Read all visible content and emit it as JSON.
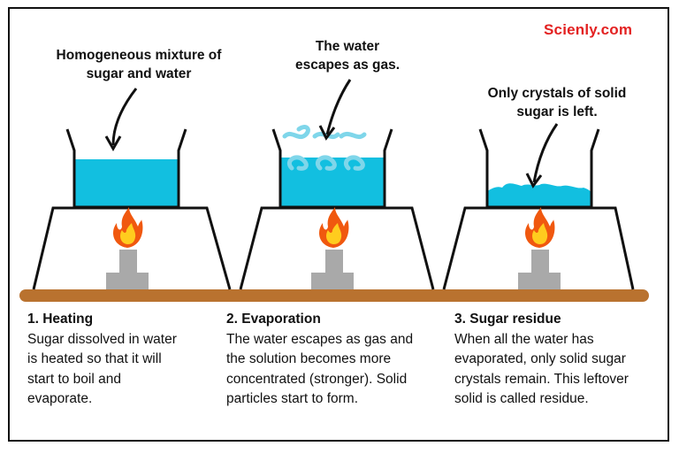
{
  "brand": {
    "text": "Scienly.com",
    "color": "#e32121"
  },
  "callouts": [
    {
      "text": "Homogeneous mixture of\nsugar and water"
    },
    {
      "text": "The water\nescapes as gas."
    },
    {
      "text": "Only crystals of solid\nsugar is left."
    }
  ],
  "steps": [
    {
      "title": "1. Heating",
      "body": "Sugar dissolved in water\nis heated so that it will\nstart to boil and\nevaporate."
    },
    {
      "title": "2. Evaporation",
      "body": "The water escapes as gas and\nthe solution becomes more\nconcentrated (stronger). Solid\nparticles start to form."
    },
    {
      "title": "3. Sugar residue",
      "body": "When all the water has\nevaporated, only solid sugar\ncrystals remain. This leftover\nsolid is called residue."
    }
  ],
  "colors": {
    "water": "#12bfe0",
    "bench": "#b9722f",
    "burner": "#a9a9a9",
    "flame_outer": "#f0580f",
    "flame_inner": "#ffcc1e",
    "vapor": "#7fd6ea"
  },
  "icons": [
    "flame-icon",
    "burner-icon",
    "vapor-icon",
    "beaker-icon",
    "arrow-icon"
  ]
}
